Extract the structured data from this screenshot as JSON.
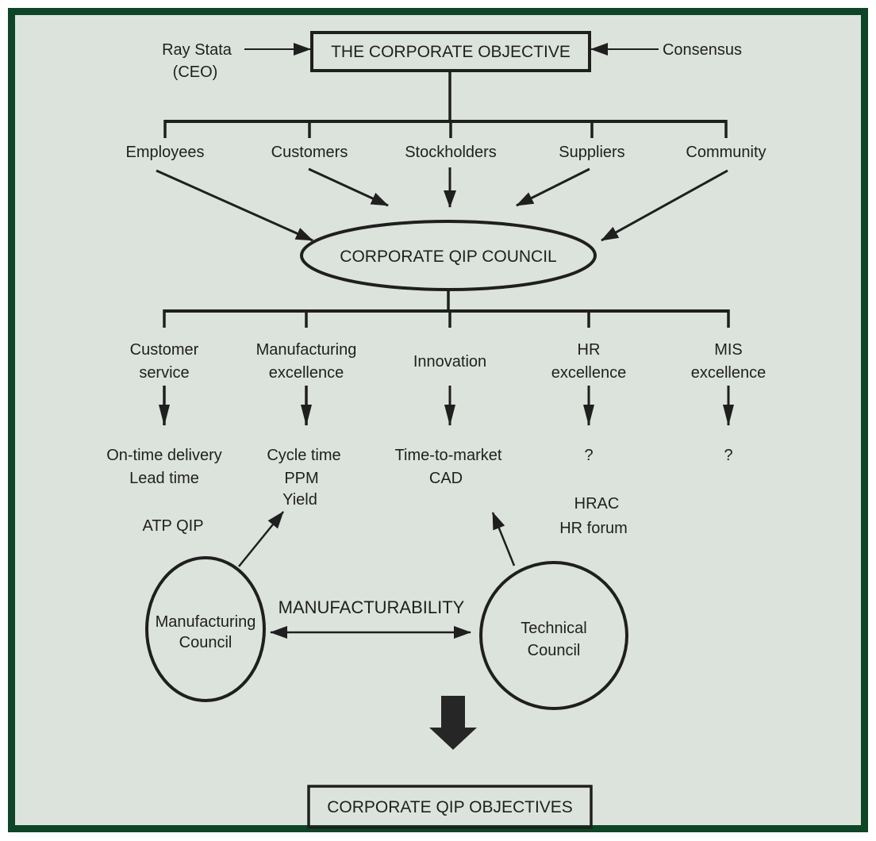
{
  "diagram": {
    "top": {
      "ceo": [
        "Ray Stata",
        "(CEO)"
      ],
      "consensus": "Consensus",
      "objective": "THE CORPORATE OBJECTIVE"
    },
    "stakeholders": [
      "Employees",
      "Customers",
      "Stockholders",
      "Suppliers",
      "Community"
    ],
    "council": "CORPORATE QIP COUNCIL",
    "categories": [
      [
        "Customer",
        "service"
      ],
      [
        "Manufacturing",
        "excellence"
      ],
      [
        "Innovation"
      ],
      [
        "HR",
        "excellence"
      ],
      [
        "MIS",
        "excellence"
      ]
    ],
    "metrics": [
      [
        "On-time delivery",
        "Lead time"
      ],
      [
        "Cycle time",
        "PPM",
        "Yield"
      ],
      [
        "Time-to-market",
        "CAD"
      ],
      [
        "?"
      ],
      [
        "?"
      ]
    ],
    "annotations": {
      "atp_qip": "ATP QIP",
      "hrac": "HRAC",
      "hr_forum": "HR forum"
    },
    "councils": {
      "manufacturing": [
        "Manufacturing",
        "Council"
      ],
      "technical": [
        "Technical",
        "Council"
      ],
      "relationship": "MANUFACTURABILITY"
    },
    "bottom": {
      "objectives_box": "CORPORATE QIP OBJECTIVES"
    },
    "colors": {
      "frame": "#0d4526",
      "canvas": "#dce3dc",
      "ink": "#1f1f1f"
    }
  }
}
